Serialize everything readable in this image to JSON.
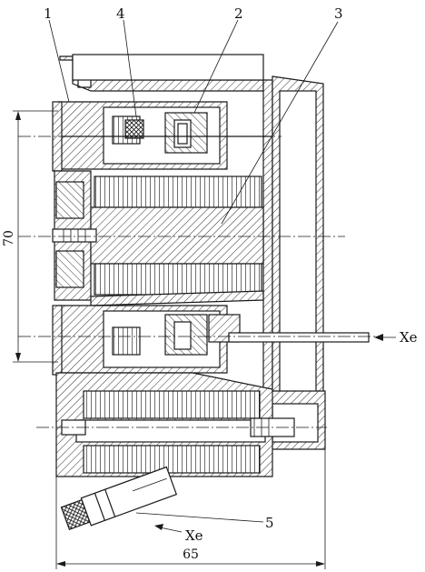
{
  "callouts": {
    "label_1": "1",
    "label_2": "2",
    "label_3": "3",
    "label_4": "4",
    "label_5": "5"
  },
  "gas_inlets": {
    "right_gas": "Xe",
    "bottom_gas": "Xe"
  },
  "dimensions": {
    "height_value": "70",
    "width_value": "65"
  }
}
